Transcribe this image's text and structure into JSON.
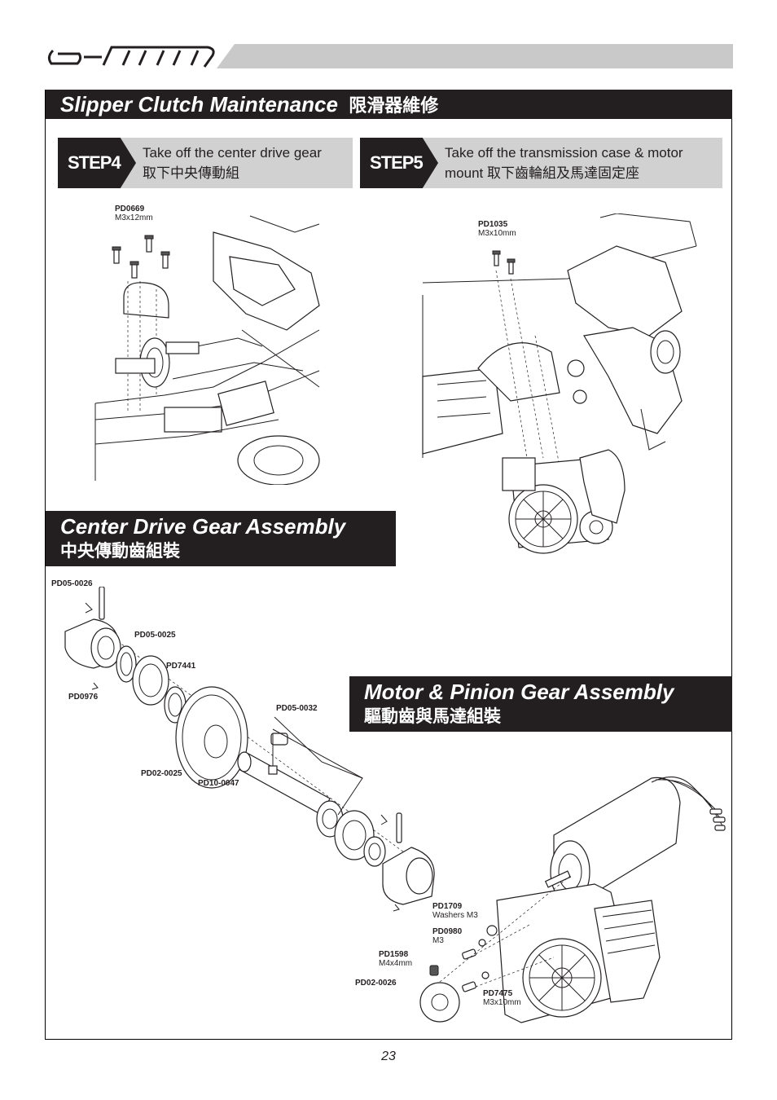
{
  "header": {
    "logo_text": "e-MTA"
  },
  "sections": {
    "slipper": {
      "title_en": "Slipper Clutch Maintenance",
      "title_zh": "限滑器維修"
    },
    "center": {
      "title_en": "Center Drive Gear Assembly",
      "title_zh": "中央傳動齒組裝"
    },
    "motor": {
      "title_en": "Motor & Pinion Gear Assembly",
      "title_zh": "驅動齒與馬達組裝"
    }
  },
  "steps": [
    {
      "label": "STEP4",
      "text_line1": "Take off the center drive gear",
      "text_line2": "取下中央傳動組"
    },
    {
      "label": "STEP5",
      "text_line1": "Take off the transmission case & motor",
      "text_line2": "mount 取下齒輪組及馬達固定座"
    }
  ],
  "parts": {
    "pd0669": {
      "code": "PD0669",
      "spec": "M3x12mm"
    },
    "pd1035": {
      "code": "PD1035",
      "spec": "M3x10mm"
    },
    "pd05_0026": {
      "code": "PD05-0026"
    },
    "pd05_0025": {
      "code": "PD05-0025"
    },
    "pd7441": {
      "code": "PD7441"
    },
    "pd0976": {
      "code": "PD0976"
    },
    "pd05_0032": {
      "code": "PD05-0032"
    },
    "pd02_0025": {
      "code": "PD02-0025"
    },
    "pd10_0047": {
      "code": "PD10-0047"
    },
    "pd1709": {
      "code": "PD1709",
      "spec": "Washers M3"
    },
    "pd0980": {
      "code": "PD0980",
      "spec": "M3"
    },
    "pd1598": {
      "code": "PD1598",
      "spec": "M4x4mm"
    },
    "pd02_0026": {
      "code": "PD02-0026"
    },
    "pd7475": {
      "code": "PD7475",
      "spec": "M3x10mm"
    }
  },
  "page_number": "23"
}
